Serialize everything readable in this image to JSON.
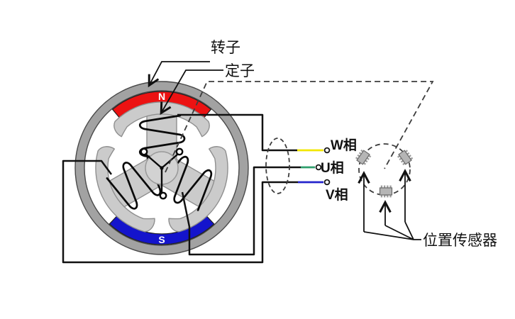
{
  "motor": {
    "rotor_label": "转子",
    "stator_label": "定子",
    "magnet_north_label": "N",
    "magnet_south_label": "S",
    "colors": {
      "north_magnet": "#ec1212",
      "south_magnet": "#1414cc",
      "rotor_ring": "#a2a2a2",
      "ring_outline": "#4a4a4a",
      "stator_body": "#cbcbcb",
      "stator_outline": "#8f8f8f",
      "shaft_fill": "#d2d2d2",
      "coil": "#0a0a0a"
    }
  },
  "phases": [
    {
      "label": "W相",
      "wire_color": "#f2e600"
    },
    {
      "label": "U相",
      "wire_color": "#2e9e6b"
    },
    {
      "label": "V相",
      "wire_color": "#2424cc"
    }
  ],
  "sensors": {
    "label": "位置传感器",
    "chip_count": 3
  },
  "line_color": "#111111"
}
